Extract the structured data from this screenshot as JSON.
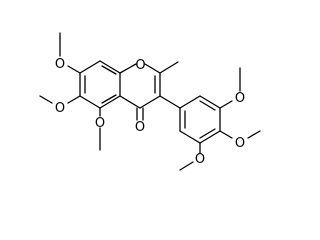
{
  "molecule": {
    "atoms": {
      "ring_oxygen": "O",
      "carbonyl_oxygen": "O",
      "methoxy_7_oxygen": "O",
      "methoxy_6_oxygen": "O",
      "methoxy_5_oxygen": "O",
      "methoxy_3p_oxygen": "O",
      "methoxy_4p_oxygen": "O",
      "methoxy_5p_oxygen": "O"
    }
  }
}
